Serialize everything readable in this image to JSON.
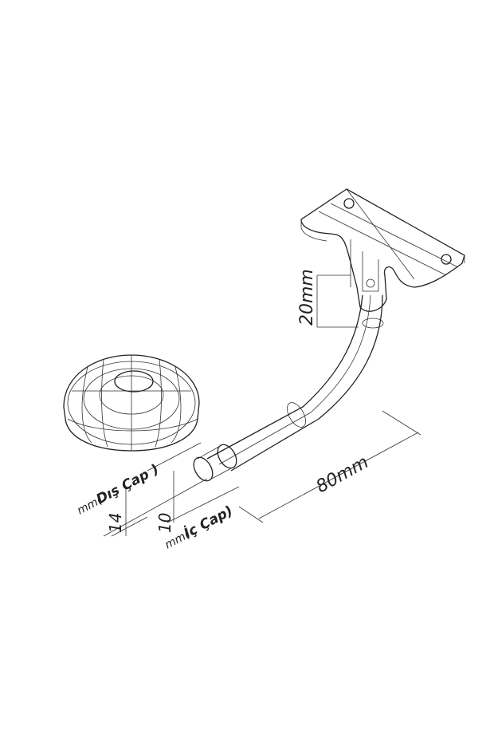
{
  "diagram": {
    "labels": {
      "bracket_height": "20mm",
      "tube_length": "80mm",
      "outer_diameter_value": "14",
      "outer_diameter_unit": "mm(",
      "outer_diameter_name": "Dış Çap )",
      "inner_diameter_value": "10",
      "inner_diameter_unit": "mm(",
      "inner_diameter_name": "İç Çap)"
    },
    "line_color": "#222222"
  }
}
